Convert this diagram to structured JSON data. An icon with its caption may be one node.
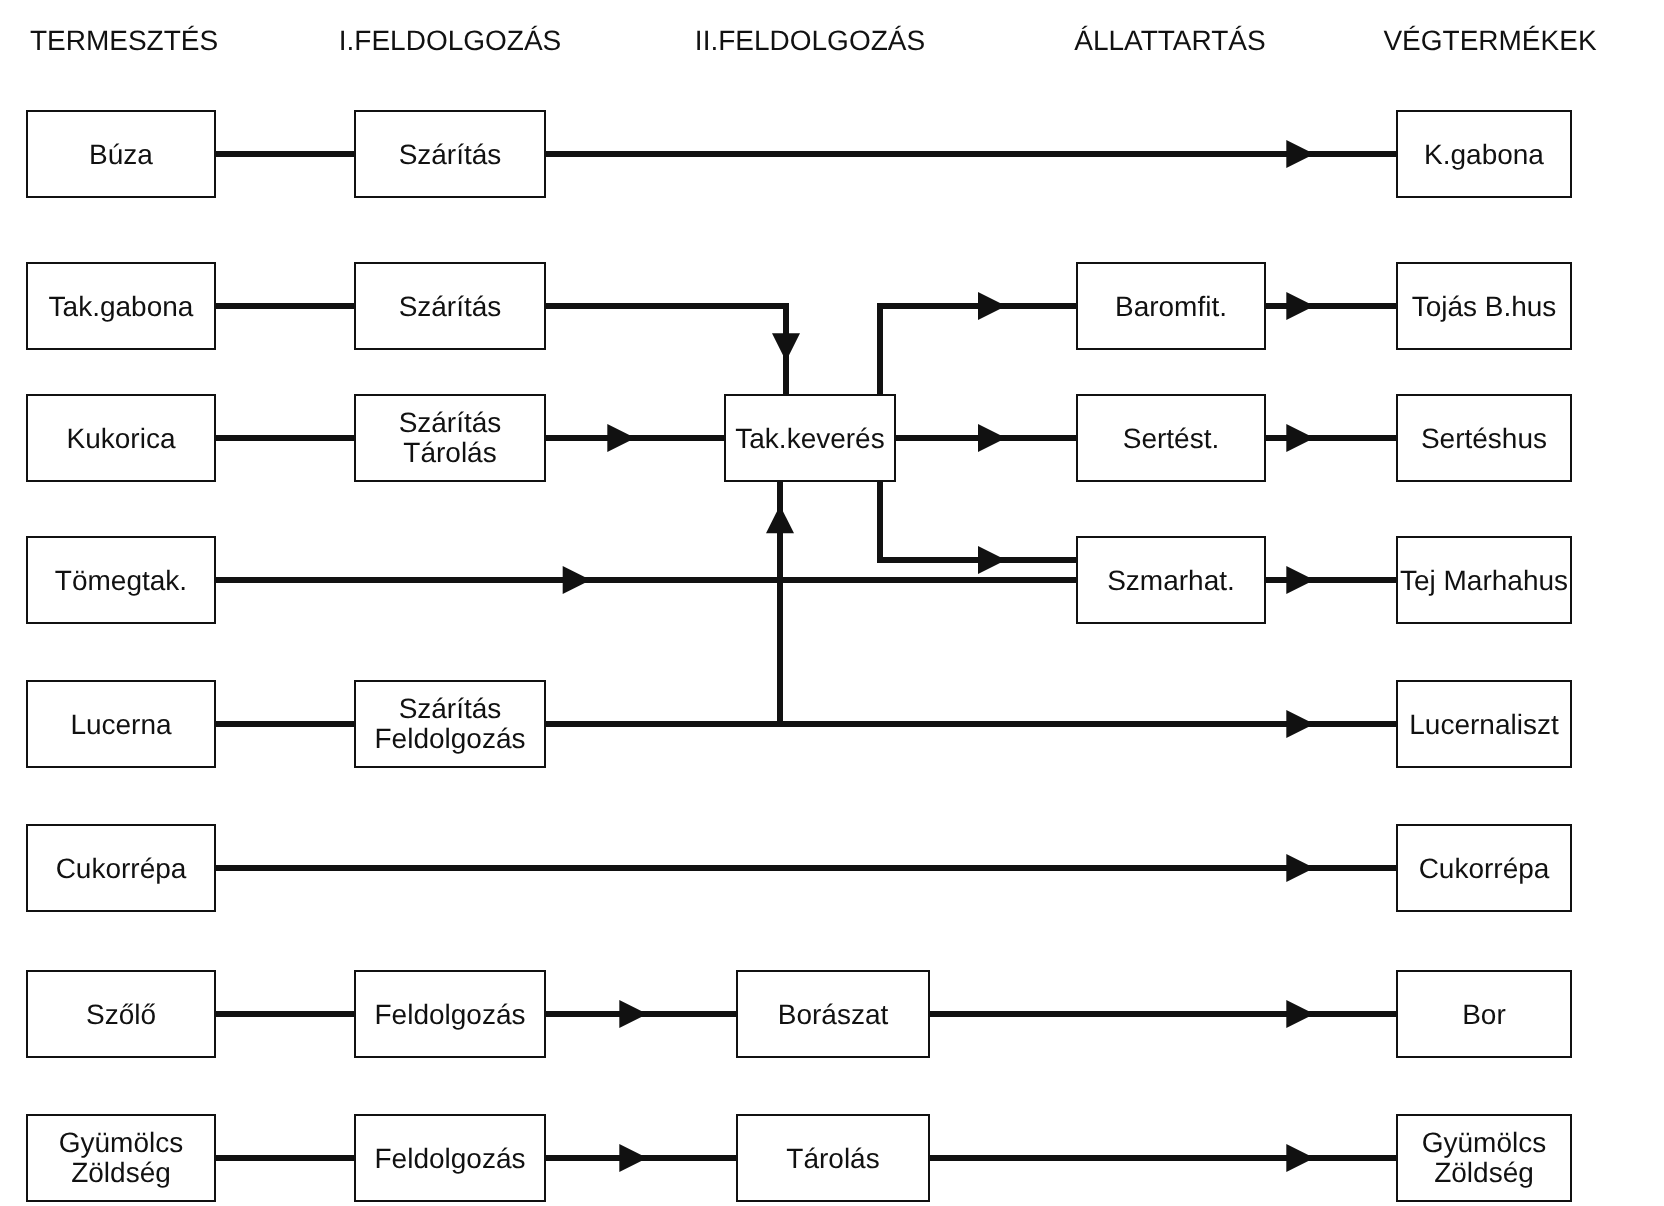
{
  "diagram": {
    "nodes": [
      {
        "text": [
          "Búza"
        ]
      },
      {
        "text": [
          "Szárítás"
        ]
      },
      {
        "text": [
          "K.gabona"
        ]
      },
      {
        "text": [
          "Tak.gabona"
        ]
      },
      {
        "text": [
          "Szárítás"
        ]
      },
      {
        "text": [
          "Kukorica"
        ]
      },
      {
        "text": [
          "Szárítás Tárolás"
        ]
      },
      {
        "text": [
          "Tak.keverés"
        ]
      },
      {
        "text": [
          "Baromfit."
        ]
      },
      {
        "text": [
          "Tojás B.hus"
        ]
      },
      {
        "text": [
          "Sertést."
        ]
      },
      {
        "text": [
          "Sertéshus"
        ]
      },
      {
        "text": [
          "Tömegtak."
        ]
      },
      {
        "text": [
          "Szmarhat."
        ]
      },
      {
        "text": [
          "Tej Marhahus"
        ]
      },
      {
        "text": [
          "Lucerna"
        ]
      },
      {
        "text": [
          "Szárítás Feldolgozás"
        ]
      },
      {
        "text": [
          "Lucernaliszt"
        ]
      },
      {
        "text": [
          "Cukorrépa"
        ]
      },
      {
        "text": [
          "Cukorrépa"
        ]
      },
      {
        "text": [
          "Szőlő"
        ]
      },
      {
        "text": [
          "Feldolgozás"
        ]
      },
      {
        "text": [
          "Borászat"
        ]
      },
      {
        "text": [
          "Bor"
        ]
      },
      {
        "text": [
          "Gyümölcs Zöldség"
        ]
      },
      {
        "text": [
          "Feldolgozás"
        ]
      },
      {
        "text": [
          "Tárolás"
        ]
      },
      {
        "text": [
          "Gyümölcs Zöldség"
        ]
      }
    ],
    "edges": [
      {
        "from": 0,
        "to": 1,
        "arrow": "none"
      },
      {
        "from": 1,
        "to": 2,
        "arrow": "to"
      },
      {
        "from": 3,
        "to": 4,
        "arrow": "none"
      },
      {
        "from": 4,
        "to": 7,
        "arrow": "to"
      },
      {
        "from": 5,
        "to": 6,
        "arrow": "none"
      },
      {
        "from": 6,
        "to": 7,
        "arrow": "to"
      },
      {
        "from": 7,
        "to": 8,
        "arrow": "to"
      },
      {
        "from": 7,
        "to": 10,
        "arrow": "to"
      },
      {
        "from": 7,
        "to": 13,
        "arrow": "to"
      },
      {
        "from": 8,
        "to": 9,
        "arrow": "to"
      },
      {
        "from": 10,
        "to": 11,
        "arrow": "to"
      },
      {
        "from": 12,
        "to": 13,
        "arrow": "to"
      },
      {
        "from": 13,
        "to": 14,
        "arrow": "to"
      },
      {
        "from": 15,
        "to": 16,
        "arrow": "none"
      },
      {
        "from": 16,
        "to": 17,
        "arrow": "to"
      },
      {
        "from": 16,
        "to": 7,
        "arrow": "to"
      },
      {
        "from": 18,
        "to": 19,
        "arrow": "to"
      },
      {
        "from": 20,
        "to": 21,
        "arrow": "none"
      },
      {
        "from": 21,
        "to": 22,
        "arrow": "to"
      },
      {
        "from": 22,
        "to": 23,
        "arrow": "to"
      },
      {
        "from": 24,
        "to": 25,
        "arrow": "none"
      },
      {
        "from": 25,
        "to": 26,
        "arrow": "to"
      },
      {
        "from": 26,
        "to": 27,
        "arrow": "to"
      }
    ],
    "labels": [
      "TERMESZTÉS",
      "I.FELDOLGOZÁS",
      "II.FELDOLGOZÁS",
      "ÁLLATTARTÁS",
      "VÉGTERMÉKEK"
    ]
  }
}
